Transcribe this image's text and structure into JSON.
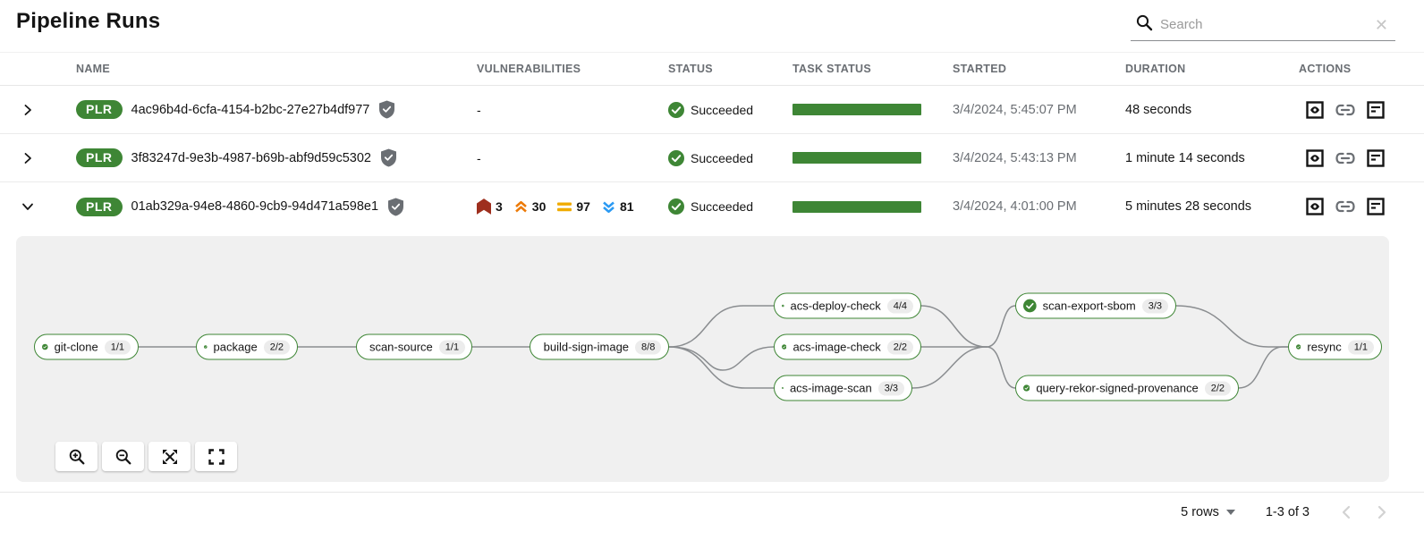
{
  "page": {
    "title": "Pipeline Runs"
  },
  "search": {
    "placeholder": "Search"
  },
  "table": {
    "columns": [
      "NAME",
      "VULNERABILITIES",
      "STATUS",
      "TASK STATUS",
      "STARTED",
      "DURATION",
      "ACTIONS"
    ],
    "rows": [
      {
        "badge": "PLR",
        "name": "4ac96b4d-6cfa-4154-b2bc-27e27b4df977",
        "vulnerabilities": "-",
        "status": "Succeeded",
        "started": "3/4/2024, 5:45:07 PM",
        "duration": "48 seconds"
      },
      {
        "badge": "PLR",
        "name": "3f83247d-9e3b-4987-b69b-abf9d59c5302",
        "vulnerabilities": "-",
        "status": "Succeeded",
        "started": "3/4/2024, 5:43:13 PM",
        "duration": "1 minute 14 seconds"
      },
      {
        "badge": "PLR",
        "name": "01ab329a-94e8-4860-9cb9-94d471a598e1",
        "vulnerabilities": {
          "critical": "3",
          "high": "30",
          "medium": "97",
          "low": "81"
        },
        "status": "Succeeded",
        "started": "3/4/2024, 4:01:00 PM",
        "duration": "5 minutes 28 seconds"
      }
    ]
  },
  "graph": {
    "nodes": [
      {
        "label": "git-clone",
        "count": "1/1"
      },
      {
        "label": "package",
        "count": "2/2"
      },
      {
        "label": "scan-source",
        "count": "1/1"
      },
      {
        "label": "build-sign-image",
        "count": "8/8"
      },
      {
        "label": "acs-deploy-check",
        "count": "4/4"
      },
      {
        "label": "acs-image-check",
        "count": "2/2"
      },
      {
        "label": "acs-image-scan",
        "count": "3/3"
      },
      {
        "label": "scan-export-sbom",
        "count": "3/3"
      },
      {
        "label": "query-rekor-signed-provenance",
        "count": "2/2"
      },
      {
        "label": "resync",
        "count": "1/1"
      }
    ]
  },
  "pagination": {
    "rows_per_page": "5 rows",
    "range": "1-3 of 3"
  },
  "colors": {
    "success_green": "#3e8635",
    "severity_critical": "#9e2f1e",
    "severity_high": "#ec7a08",
    "severity_medium": "#f0ab00",
    "severity_low": "#2b9af3"
  }
}
